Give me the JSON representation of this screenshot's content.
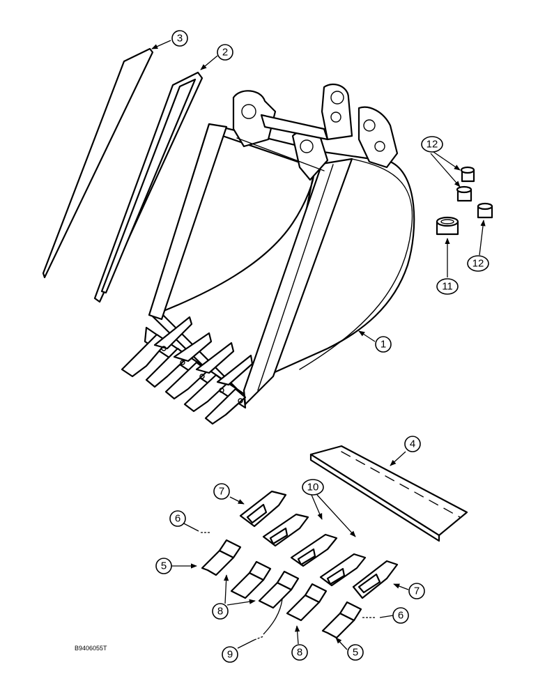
{
  "diagram": {
    "reference_code": "B9406055T",
    "callouts": {
      "c1": "1",
      "c2": "2",
      "c3": "3",
      "c4": "4",
      "c5a": "5",
      "c5b": "5",
      "c6a": "6",
      "c6b": "6",
      "c7a": "7",
      "c7b": "7",
      "c8a": "8",
      "c8b": "8",
      "c9": "9",
      "c10": "10",
      "c11": "11",
      "c12a": "12",
      "c12b": "12"
    }
  }
}
